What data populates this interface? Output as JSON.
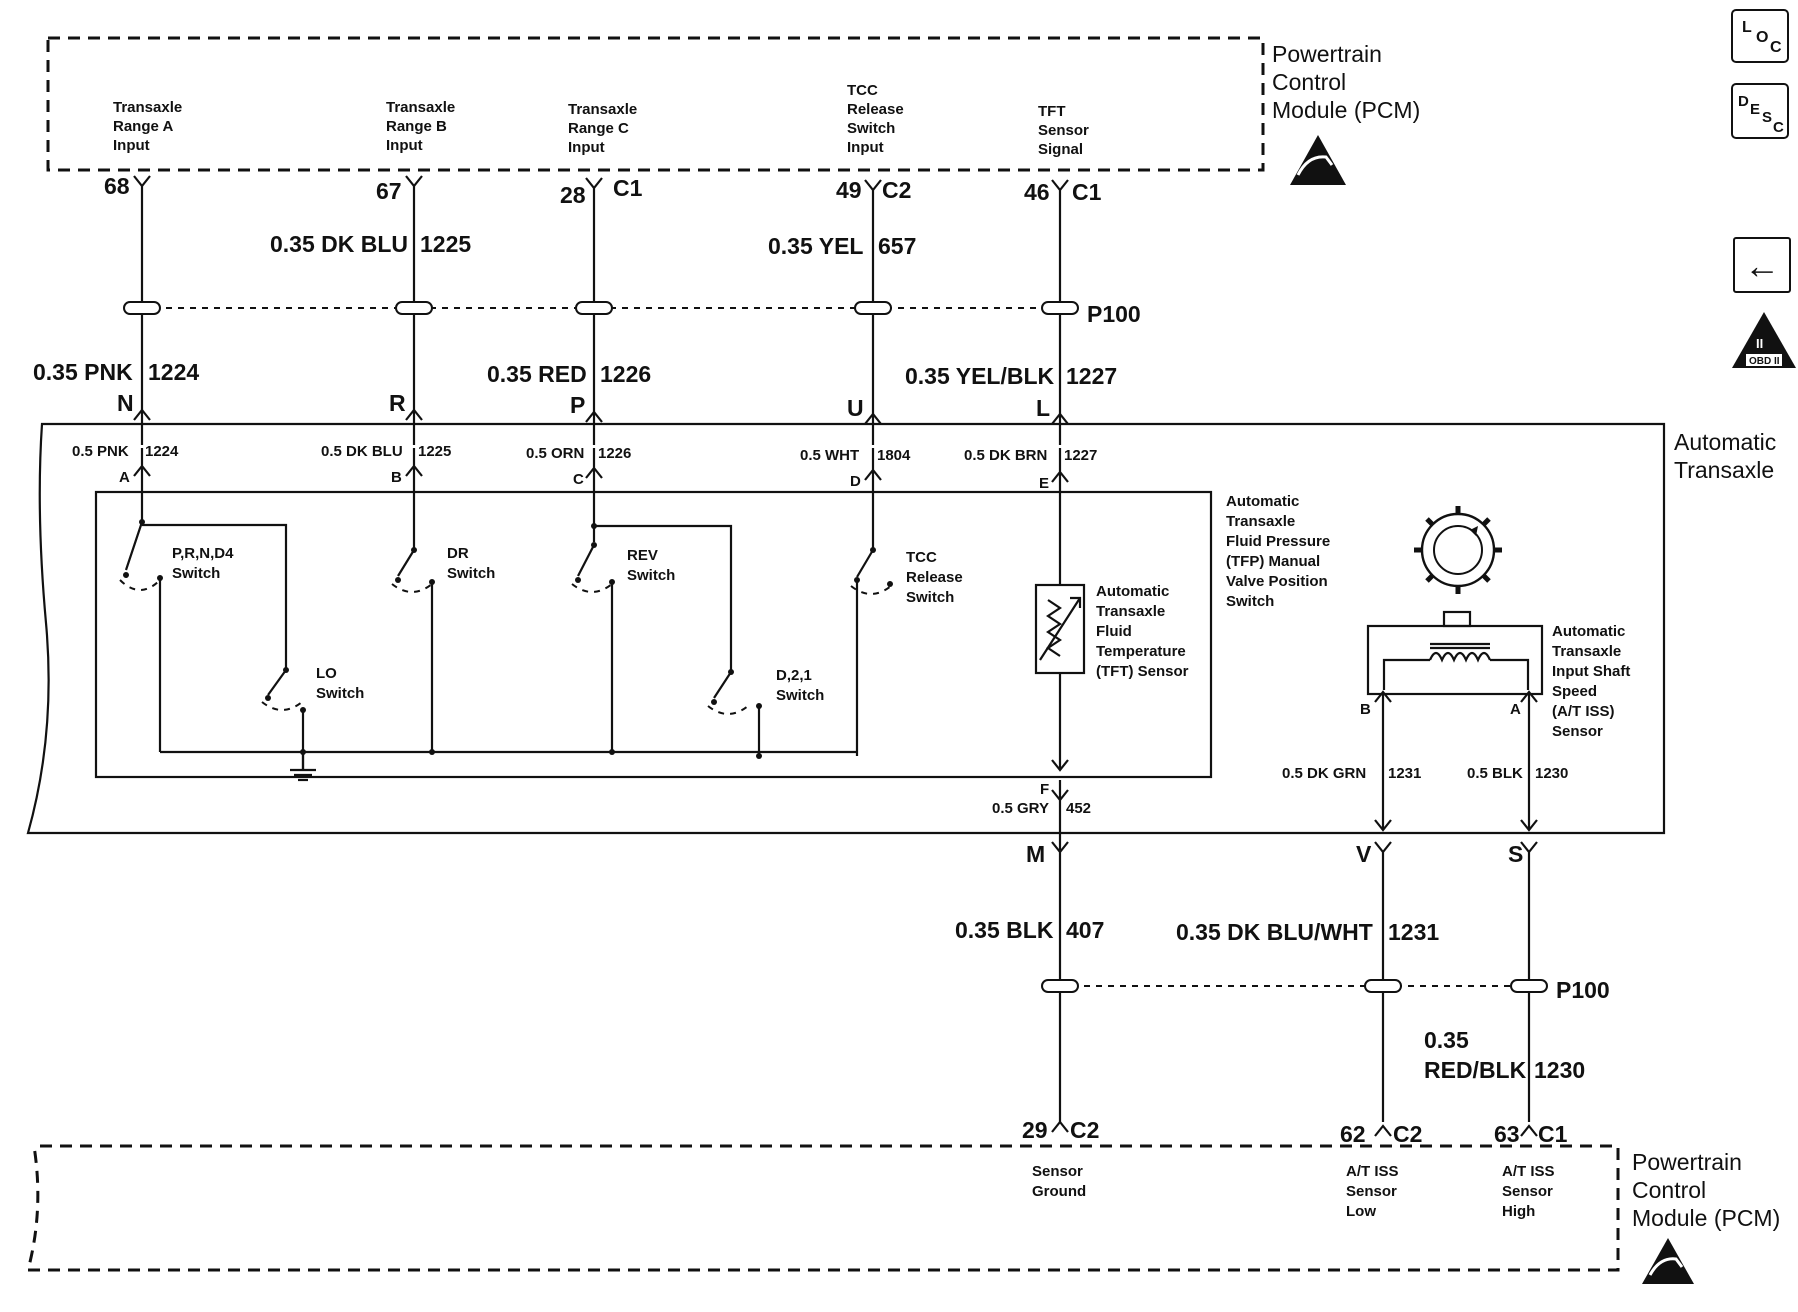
{
  "pcm_top": {
    "title_lines": [
      "Powertrain",
      "Control",
      "Module (PCM)"
    ],
    "signals": [
      {
        "lines": [
          "Transaxle",
          "Range A",
          "Input"
        ],
        "pin": "68",
        "conn": ""
      },
      {
        "lines": [
          "Transaxle",
          "Range B",
          "Input"
        ],
        "pin": "67",
        "conn": ""
      },
      {
        "lines": [
          "Transaxle",
          "Range C",
          "Input"
        ],
        "pin": "28",
        "conn": "C1"
      },
      {
        "lines": [
          "TCC",
          "Release",
          "Switch",
          "Input"
        ],
        "pin": "49",
        "conn": "C2"
      },
      {
        "lines": [
          "TFT",
          "Sensor",
          "Signal"
        ],
        "pin": "46",
        "conn": "C1"
      }
    ]
  },
  "wires_upper": [
    {
      "label": "0.35 DK BLU",
      "circuit": "1225"
    },
    {
      "label": "0.35 YEL",
      "circuit": "657"
    }
  ],
  "splice_upper": "P100",
  "wires_mid": [
    {
      "label": "0.35 PNK",
      "circuit": "1224",
      "pin": "N"
    },
    {
      "label": "",
      "circuit": "",
      "pin": "R"
    },
    {
      "label": "0.35 RED",
      "circuit": "1226",
      "pin": "P"
    },
    {
      "label": "",
      "circuit": "",
      "pin": "U"
    },
    {
      "label": "0.35 YEL/BLK",
      "circuit": "1227",
      "pin": "L"
    }
  ],
  "transaxle": {
    "title_lines": [
      "Automatic",
      "Transaxle"
    ],
    "inner_wires": [
      {
        "label": "0.5 PNK",
        "circuit": "1224",
        "pin": "A"
      },
      {
        "label": "0.5 DK BLU",
        "circuit": "1225",
        "pin": "B"
      },
      {
        "label": "0.5 ORN",
        "circuit": "1226",
        "pin": "C"
      },
      {
        "label": "0.5 WHT",
        "circuit": "1804",
        "pin": "D"
      },
      {
        "label": "0.5 DK BRN",
        "circuit": "1227",
        "pin": "E"
      }
    ],
    "switches": {
      "prnd4": [
        "P,R,N,D4",
        "Switch"
      ],
      "dr": [
        "DR",
        "Switch"
      ],
      "rev": [
        "REV",
        "Switch"
      ],
      "tcc": [
        "TCC",
        "Release",
        "Switch"
      ],
      "lo": [
        "LO",
        "Switch"
      ],
      "d21": [
        "D,2,1",
        "Switch"
      ]
    },
    "tfp_lines": [
      "Automatic",
      "Transaxle",
      "Fluid Pressure",
      "(TFP) Manual",
      "Valve Position",
      "Switch"
    ],
    "tft_lines": [
      "Automatic",
      "Transaxle",
      "Fluid",
      "Temperature",
      "(TFT) Sensor"
    ],
    "iss_lines": [
      "Automatic",
      "Transaxle",
      "Input Shaft",
      "Speed",
      "(A/T ISS)",
      "Sensor"
    ],
    "iss_pins": [
      "B",
      "A"
    ],
    "lower_wires": [
      {
        "label": "0.5 GRY",
        "circuit": "452",
        "pin": "F"
      },
      {
        "label": "0.5 DK GRN",
        "circuit": "1231",
        "pin": ""
      },
      {
        "label": "0.5 BLK",
        "circuit": "1230",
        "pin": ""
      }
    ]
  },
  "lower_pins": [
    "M",
    "V",
    "S"
  ],
  "wires_lower": [
    {
      "label": "0.35 BLK",
      "circuit": "407"
    },
    {
      "label": "0.35 DK BLU/WHT",
      "circuit": "1231"
    },
    {
      "label_lines": [
        "0.35",
        "RED/BLK"
      ],
      "circuit": "1230"
    }
  ],
  "splice_lower": "P100",
  "pcm_bottom": {
    "title_lines": [
      "Powertrain",
      "Control",
      "Module (PCM)"
    ],
    "signals": [
      {
        "lines": [
          "Sensor",
          "Ground"
        ],
        "pin": "29",
        "conn": "C2"
      },
      {
        "lines": [
          "A/T ISS",
          "Sensor",
          "Low"
        ],
        "pin": "62",
        "conn": "C2"
      },
      {
        "lines": [
          "A/T ISS",
          "Sensor",
          "High"
        ],
        "pin": "63",
        "conn": "C1"
      }
    ]
  },
  "nav_icons": [
    {
      "name": "location-icon",
      "glyph_lines": [
        "L",
        "O",
        "C"
      ]
    },
    {
      "name": "description-icon",
      "glyph_lines": [
        "D",
        "E",
        "S",
        "C"
      ]
    },
    {
      "name": "back-arrow-icon",
      "glyph": "←"
    },
    {
      "name": "obd-ii-icon",
      "glyph_lines": [
        "II",
        "OBD II"
      ]
    }
  ]
}
